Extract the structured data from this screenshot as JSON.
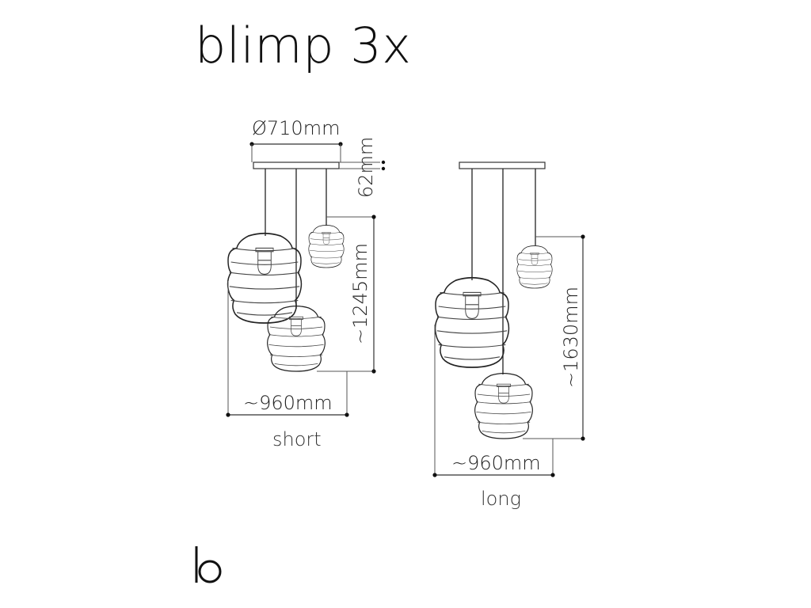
{
  "title": "blimp 3x",
  "views": [
    {
      "caption": "short",
      "dim_canopy": "Ø710mm",
      "dim_canopy_height": "62mm",
      "dim_height": "~1245mm",
      "dim_width": "~960mm"
    },
    {
      "caption": "long",
      "dim_height": "~1630mm",
      "dim_width": "~960mm"
    }
  ],
  "logo": "brand-logo-b"
}
